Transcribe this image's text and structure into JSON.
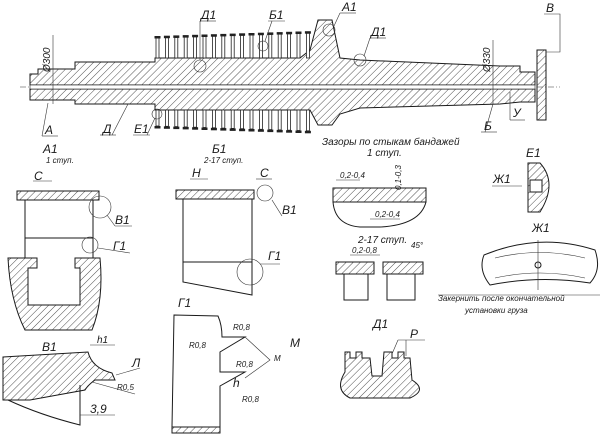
{
  "drawing": {
    "title": "Rotor assembly with blade attachment details",
    "main_view": {
      "diameters": [
        "Ø300",
        "Ø330"
      ],
      "callouts": [
        "A",
        "Д",
        "Е1",
        "Д1",
        "Б1",
        "А1",
        "Д1",
        "Б",
        "У",
        "В"
      ]
    },
    "views": {
      "a1": {
        "title": "A1",
        "subtitle": "1 ступ.",
        "labels": [
          "C",
          "B1",
          "Г1"
        ]
      },
      "b1": {
        "title": "Б1",
        "subtitle": "2-17 ступ.",
        "labels": [
          "Н",
          "C",
          "B1",
          "Г1"
        ]
      },
      "gaps": {
        "title_line1": "Зазоры по стыкам бандажей",
        "title_line2": "1 ступ.",
        "dims_stage1": [
          "0,2-0,4",
          "0,1-0,3",
          "0,2-0,4"
        ],
        "subtitle2": "2-17 ступ.",
        "dims_stage2": [
          "0,2-0,8",
          "45°"
        ]
      },
      "e1": {
        "title": "Е1",
        "arrow_label": "Ж1"
      },
      "zh1": {
        "title": "Ж1",
        "note_line1": "Закернить после окончательной",
        "note_line2": "установки груза"
      },
      "v1": {
        "title": "B1",
        "dims": [
          "h1",
          "Л",
          "R0,5",
          "3,9"
        ]
      },
      "g1": {
        "title": "Г1",
        "dims": [
          "R0,8",
          "R0,8",
          "R0,8",
          "R0,8",
          "М",
          "М",
          "h"
        ]
      },
      "d1": {
        "title": "Д1",
        "label": "Р"
      }
    }
  }
}
